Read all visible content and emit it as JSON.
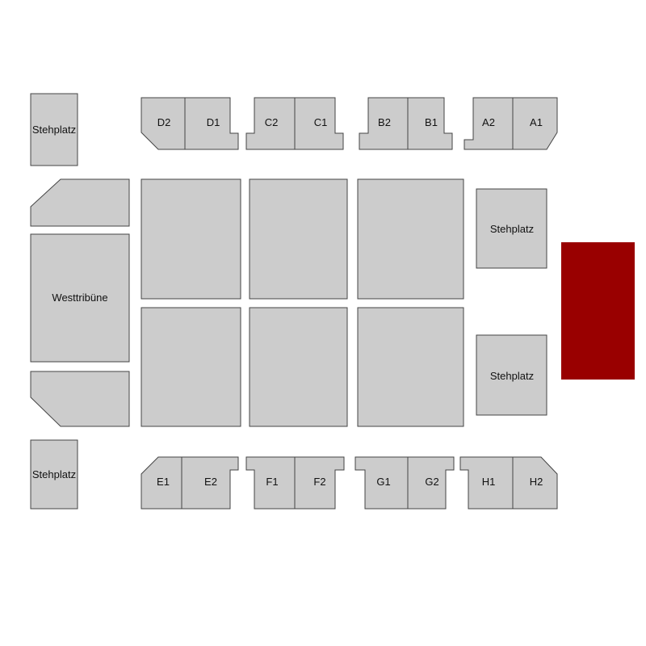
{
  "colors": {
    "block_fill": "#cccccc",
    "stage_fill": "#990000"
  },
  "standing": {
    "top_left": "Stehplatz",
    "bottom_left": "Stehplatz",
    "right_top": "Stehplatz",
    "right_bottom": "Stehplatz"
  },
  "west_stand": "Westtribüne",
  "north_blocks": {
    "d2": "D2",
    "d1": "D1",
    "c2": "C2",
    "c1": "C1",
    "b2": "B2",
    "b1": "B1",
    "a2": "A2",
    "a1": "A1"
  },
  "south_blocks": {
    "e1": "E1",
    "e2": "E2",
    "f1": "F1",
    "f2": "F2",
    "g1": "G1",
    "g2": "G2",
    "h1": "H1",
    "h2": "H2"
  }
}
